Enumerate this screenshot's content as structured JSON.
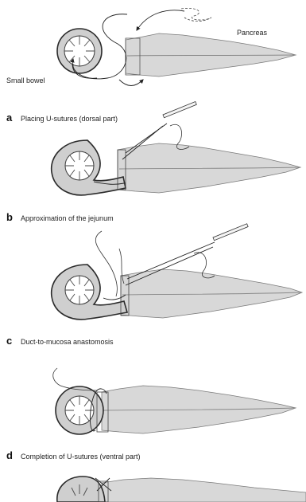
{
  "labels": {
    "pancreas": "Pancreas",
    "small_bowel": "Small bowel"
  },
  "captions": [
    {
      "letter": "a",
      "text": "Placing U-sutures (dorsal part)"
    },
    {
      "letter": "b",
      "text": "Approximation of the jejunum"
    },
    {
      "letter": "c",
      "text": "Duct-to-mucosa anastomosis"
    },
    {
      "letter": "d",
      "text": "Completion of U-sutures (ventral part)"
    }
  ],
  "colors": {
    "pancreas_fill": "#d8d8d8",
    "bowel_fill": "#cfcfcf",
    "line": "#222222"
  }
}
